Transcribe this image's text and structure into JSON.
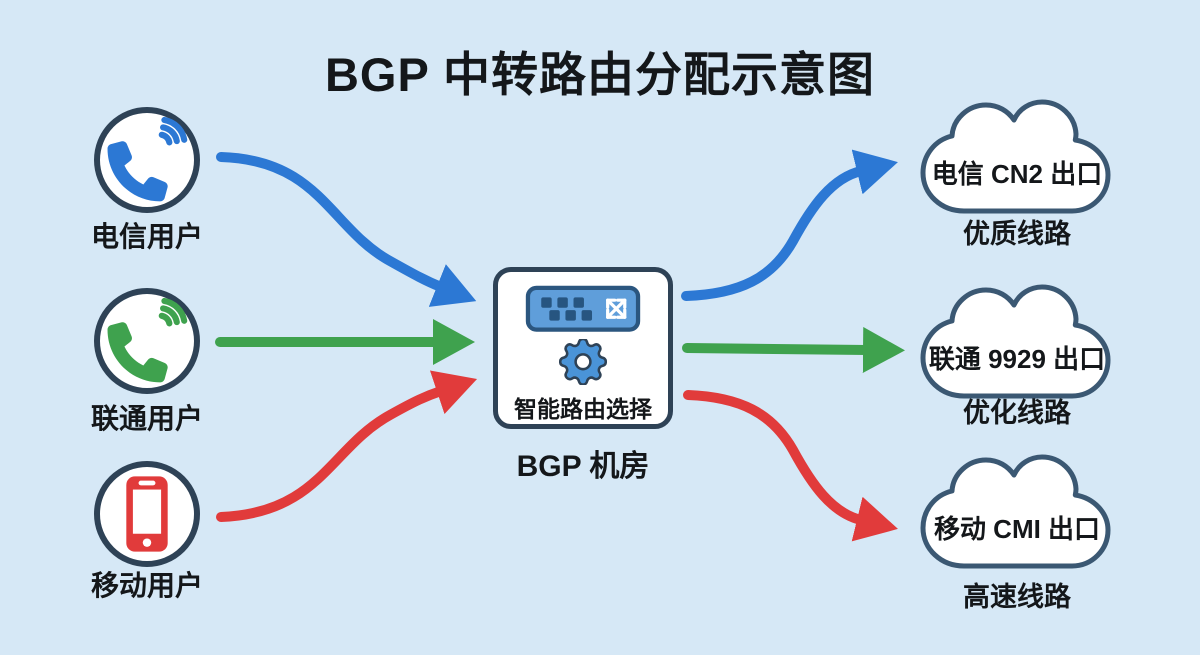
{
  "title": "BGP 中转路由分配示意图",
  "colors": {
    "background": "#d6e8f6",
    "outline_dark": "#2e4256",
    "cloud_outline": "#3b5873",
    "telecom_blue": "#2c78d4",
    "unicom_green": "#3fa24e",
    "mobile_red": "#e13b3b",
    "router_fill": "#5f9eda",
    "gear_fill": "#4a94d8",
    "text": "#14171a"
  },
  "sources": [
    {
      "label": "电信用户",
      "icon": "phone-icon",
      "color": "#2c78d4"
    },
    {
      "label": "联通用户",
      "icon": "phone-icon",
      "color": "#3fa24e"
    },
    {
      "label": "移动用户",
      "icon": "smartphone-icon",
      "color": "#e13b3b"
    }
  ],
  "hub": {
    "caption": "智能路由选择",
    "label": "BGP 机房",
    "icons": [
      "router-icon",
      "gear-icon"
    ]
  },
  "exits": [
    {
      "label": "电信 CN2 出口",
      "sublabel": "优质线路",
      "color": "#2c78d4"
    },
    {
      "label": "联通 9929 出口",
      "sublabel": "优化线路",
      "color": "#3fa24e"
    },
    {
      "label": "移动 CMI 出口",
      "sublabel": "高速线路",
      "color": "#e13b3b"
    }
  ],
  "flows": [
    {
      "from": "电信用户",
      "to": "BGP 机房",
      "color": "#2c78d4"
    },
    {
      "from": "联通用户",
      "to": "BGP 机房",
      "color": "#3fa24e"
    },
    {
      "from": "移动用户",
      "to": "BGP 机房",
      "color": "#e13b3b"
    },
    {
      "from": "BGP 机房",
      "to": "电信 CN2 出口",
      "color": "#2c78d4"
    },
    {
      "from": "BGP 机房",
      "to": "联通 9929 出口",
      "color": "#3fa24e"
    },
    {
      "from": "BGP 机房",
      "to": "移动 CMI 出口",
      "color": "#e13b3b"
    }
  ]
}
